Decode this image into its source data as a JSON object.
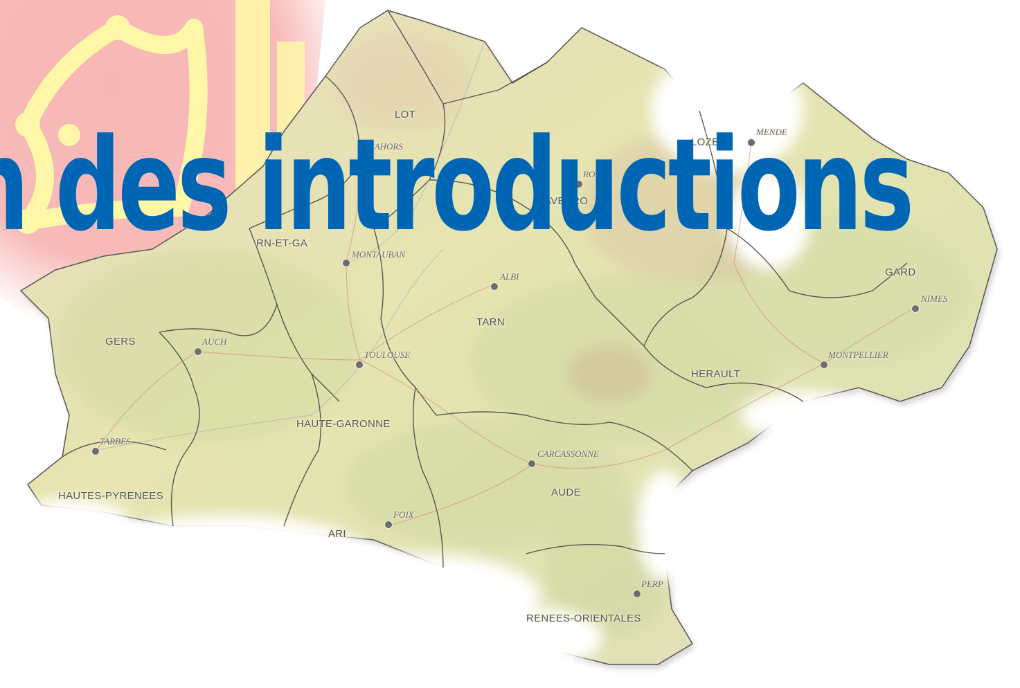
{
  "headline": "n des introductions",
  "colors": {
    "headline": "#0066b3",
    "flag_red": "#f7b7b5",
    "flag_yellow": "#fff7a8",
    "land": "#e7e4b4",
    "border": "#3f3f3f",
    "snow": "#ffffff"
  },
  "icons": [
    "occitan-cross-icon"
  ],
  "departments": [
    {
      "id": "lot",
      "label": "LOT"
    },
    {
      "id": "lozere",
      "label": "LOZERE"
    },
    {
      "id": "aveyron",
      "label": "AVEYRO"
    },
    {
      "id": "tarn-et-garonne",
      "label": "RN-ET-GA"
    },
    {
      "id": "tarn",
      "label": "TARN"
    },
    {
      "id": "gard",
      "label": "GARD"
    },
    {
      "id": "gers",
      "label": "GERS"
    },
    {
      "id": "herault",
      "label": "HERAULT"
    },
    {
      "id": "haute-garonne",
      "label": "HAUTE-GARONNE"
    },
    {
      "id": "aude",
      "label": "AUDE"
    },
    {
      "id": "hautes-pyrenees",
      "label": "HAUTES-PYRENEES"
    },
    {
      "id": "ariege",
      "label": "ARI"
    },
    {
      "id": "pyrenees-orientales",
      "label": "RENEES-ORIENTALES"
    }
  ],
  "cities": [
    {
      "id": "cahors",
      "label": "CAHORS"
    },
    {
      "id": "mende",
      "label": "MENDE"
    },
    {
      "id": "rodez",
      "label": "RODEZ"
    },
    {
      "id": "montauban",
      "label": "MONTAUBAN"
    },
    {
      "id": "albi",
      "label": "ALBI"
    },
    {
      "id": "nimes",
      "label": "NIMES"
    },
    {
      "id": "auch",
      "label": "AUCH"
    },
    {
      "id": "toulouse",
      "label": "TOULOUSE"
    },
    {
      "id": "montpellier",
      "label": "MONTPELLIER"
    },
    {
      "id": "tarbes",
      "label": "TARBES"
    },
    {
      "id": "carcassonne",
      "label": "CARCASSONNE"
    },
    {
      "id": "foix",
      "label": "FOIX"
    },
    {
      "id": "perpignan",
      "label": "PERP"
    }
  ]
}
